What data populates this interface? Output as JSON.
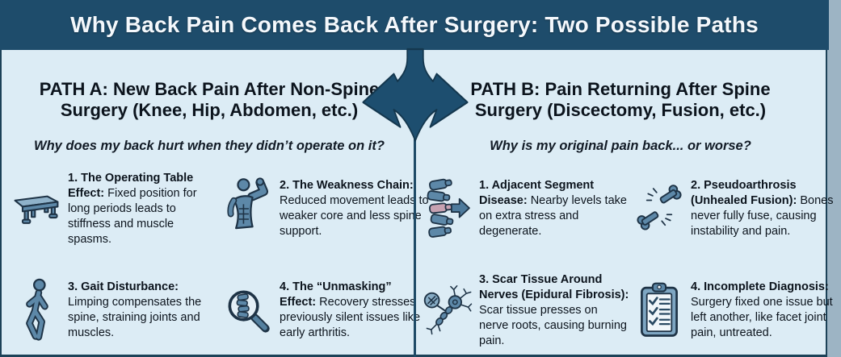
{
  "header": {
    "title": "Why Back Pain Comes Back After Surgery: Two Possible Paths"
  },
  "colors": {
    "header_bg": "#1e4c6b",
    "body_bg": "#dcecf5",
    "accent_dark_blue": "#1e4a66",
    "icon_blue": "#5d88a8",
    "icon_light_blue": "#86abc4",
    "vertebra_pink": "#c7a2b2",
    "text": "#0c141d"
  },
  "paths": {
    "a": {
      "title_line1": "PATH A: New Back Pain After Non-Spine",
      "title_line2": "Surgery (Knee, Hip, Abdomen, etc.)",
      "question": "Why does my back hurt when they didn’t operate on it?",
      "items": [
        {
          "icon": "operating-table-icon",
          "lead": "1. The Operating Table Effect:",
          "text": "Fixed position for long periods leads to stiffness and muscle spasms."
        },
        {
          "icon": "flexing-muscle-icon",
          "lead": "2. The Weakness Chain:",
          "text": "Reduced movement leads to weaker core and less spine support."
        },
        {
          "icon": "walking-person-icon",
          "lead": "3. Gait Disturbance:",
          "text": "Limping compensates the spine, straining joints and muscles."
        },
        {
          "icon": "magnifier-spine-icon",
          "lead": "4. The “Unmasking” Effect:",
          "text": "Recovery stresses previously silent issues like early arthritis."
        }
      ]
    },
    "b": {
      "title_line1": "PATH B: Pain Returning After Spine",
      "title_line2": "Surgery (Discectomy, Fusion, etc.)",
      "question": "Why is my original pain back... or worse?",
      "items": [
        {
          "icon": "spine-arrow-icon",
          "lead": "1. Adjacent Segment Disease:",
          "text": "Nearby levels take on extra stress and degenerate."
        },
        {
          "icon": "broken-bone-icon",
          "lead": "2. Pseudoarthrosis (Unhealed Fusion):",
          "text": "Bones never fully fuse, causing instability and pain."
        },
        {
          "icon": "neuron-icon",
          "lead": "3. Scar Tissue Around Nerves (Epidural Fibrosis):",
          "text": "Scar tissue presses on nerve roots, causing burning pain."
        },
        {
          "icon": "clipboard-checklist-icon",
          "lead": "4. Incomplete Diagnosis:",
          "text": "Surgery fixed one issue but left another, like facet joint pain, untreated."
        }
      ]
    }
  }
}
